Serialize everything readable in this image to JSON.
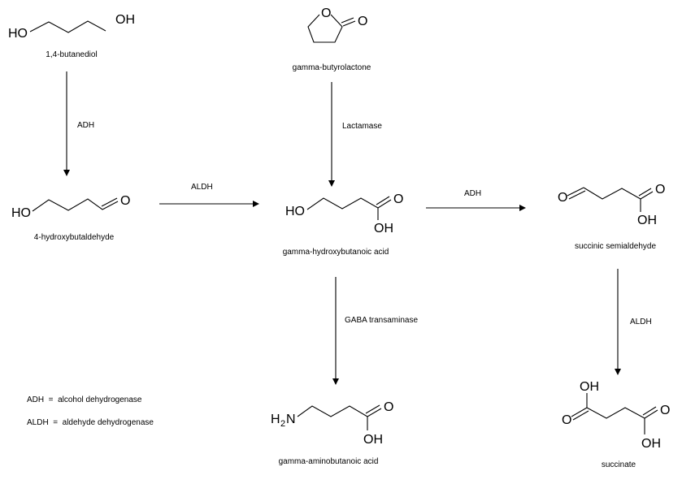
{
  "compounds": {
    "butanediol": {
      "name": "1,4-butanediol",
      "atoms": {
        "ho": "HO",
        "oh": "OH"
      }
    },
    "gbl": {
      "name": "gamma-butyrolactone",
      "atoms": {
        "ring_o": "O",
        "carbonyl_o": "O"
      }
    },
    "hba": {
      "name": "4-hydroxybutaldehyde",
      "atoms": {
        "ho": "HO",
        "o": "O"
      }
    },
    "ghb": {
      "name": "gamma-hydroxybutanoic acid",
      "atoms": {
        "ho": "HO",
        "o": "O",
        "oh": "OH"
      }
    },
    "ssa": {
      "name": "succinic semialdehyde",
      "atoms": {
        "o_ald": "O",
        "o": "O",
        "oh": "OH"
      }
    },
    "gaba": {
      "name": "gamma-aminobutanoic acid",
      "atoms": {
        "h": "H",
        "two": "2",
        "n": "N",
        "o": "O",
        "oh": "OH"
      }
    },
    "succinate": {
      "name": "succinate",
      "atoms": {
        "oh_top": "OH",
        "o_left": "O",
        "o_right": "O",
        "oh_bottom": "OH"
      }
    }
  },
  "enzymes": {
    "adh_1": "ADH",
    "lactamase": "Lactamase",
    "aldh_1": "ALDH",
    "adh_2": "ADH",
    "gaba_transaminase": "GABA transaminase",
    "aldh_2": "ALDH"
  },
  "legend": [
    "ADH  =  alcohol dehydrogenase",
    "ALDH  =  aldehyde dehydrogenase"
  ]
}
